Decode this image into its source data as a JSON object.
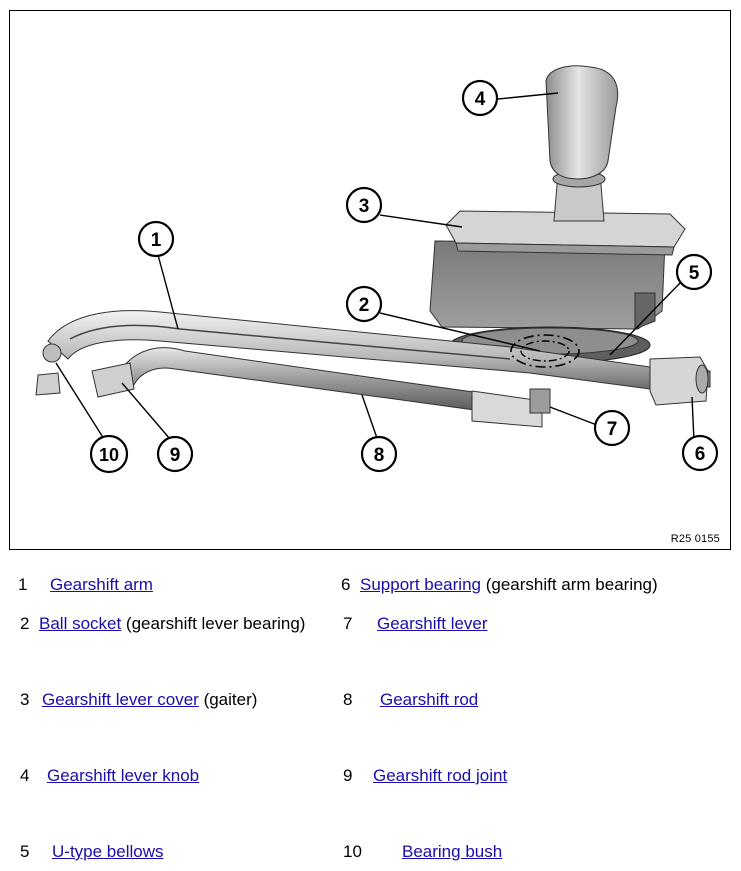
{
  "figure": {
    "reference": "R25 0155",
    "callouts": [
      "1",
      "2",
      "3",
      "4",
      "5",
      "6",
      "7",
      "8",
      "9",
      "10"
    ]
  },
  "legend": [
    {
      "num": "1",
      "link": "Gearshift arm",
      "suffix": ""
    },
    {
      "num": "2",
      "link": "Ball socket",
      "suffix": " (gearshift lever bearing)"
    },
    {
      "num": "3",
      "link": "Gearshift lever cover",
      "suffix": " (gaiter)"
    },
    {
      "num": "4",
      "link": "Gearshift lever knob",
      "suffix": ""
    },
    {
      "num": "5",
      "link": "U-type bellows",
      "suffix": ""
    },
    {
      "num": "6",
      "link": "Support bearing",
      "suffix": " (gearshift arm bearing)"
    },
    {
      "num": "7",
      "link": "Gearshift lever",
      "suffix": ""
    },
    {
      "num": "8",
      "link": "Gearshift rod",
      "suffix": ""
    },
    {
      "num": "9",
      "link": "Gearshift rod joint",
      "suffix": ""
    },
    {
      "num": "10",
      "link": "Bearing bush",
      "suffix": ""
    }
  ],
  "colors": {
    "link": "#1a0dab",
    "part_fill": "#c8c8c8",
    "part_dark": "#8a8a8a"
  }
}
